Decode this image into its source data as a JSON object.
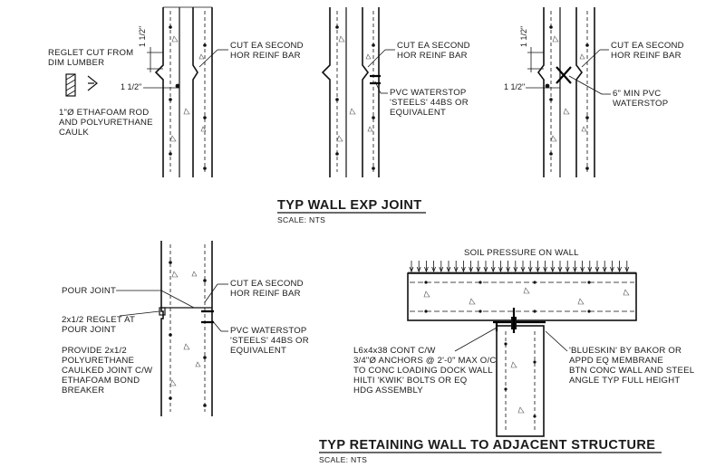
{
  "detail_1": {
    "title": "TYP WALL EXP JOINT",
    "scale": "SCALE:  NTS",
    "notes": {
      "reglet_cut": [
        "REGLET CUT FROM",
        "DIM LUMBER"
      ],
      "ethafoam": [
        "1\"Ø ETHAFOAM ROD",
        "AND POLYURETHANE",
        "CAULK"
      ],
      "cut_bar_a": [
        "CUT EA SECOND",
        "HOR REINF BAR"
      ],
      "cut_bar_b": [
        "CUT EA SECOND",
        "HOR REINF BAR"
      ],
      "cut_bar_c": [
        "CUT EA SECOND",
        "HOR REINF BAR"
      ],
      "pvc_waterstop": [
        "PVC WATERSTOP",
        "'STEELS' 44BS OR",
        "EQUIVALENT"
      ],
      "pvc_min": [
        "6\" MIN PVC",
        "WATERSTOP"
      ]
    },
    "dims": {
      "v_a": "1 1/2\"",
      "h_a": "1 1/2\"",
      "v_c": "1 1/2\"",
      "h_c": "1 1/2\""
    }
  },
  "detail_2": {
    "notes": {
      "pour_joint": [
        "POUR JOINT"
      ],
      "reglet": [
        "2x1/2 REGLET AT",
        "POUR JOINT"
      ],
      "provide": [
        "PROVIDE 2x1/2",
        "POLYURETHANE",
        "CAULKED JOINT C/W",
        "ETHAFOAM BOND",
        "BREAKER"
      ],
      "cut_bar": [
        "CUT EA SECOND",
        "HOR REINF BAR"
      ],
      "pvc_waterstop": [
        "PVC WATERSTOP",
        "'STEELS' 44BS OR",
        "EQUIVALENT"
      ]
    }
  },
  "detail_3": {
    "title": "TYP RETAINING WALL TO ADJACENT STRUCTURE",
    "scale": "SCALE:  NTS",
    "notes": {
      "soil": [
        "SOIL PRESSURE ON WALL"
      ],
      "angle": [
        "L6x4x38 CONT C/W",
        "3/4\"Ø ANCHORS @ 2'-0\" MAX O/C",
        "TO CONC LOADING DOCK WALL",
        "HILTI 'KWIK' BOLTS OR EQ",
        "HDG ASSEMBLY"
      ],
      "blueskin": [
        "'BLUESKIN' BY BAKOR OR",
        "APPD EQ MEMBRANE",
        "BTN CONC WALL AND STEEL",
        "ANGLE TYP FULL HEIGHT"
      ]
    }
  }
}
